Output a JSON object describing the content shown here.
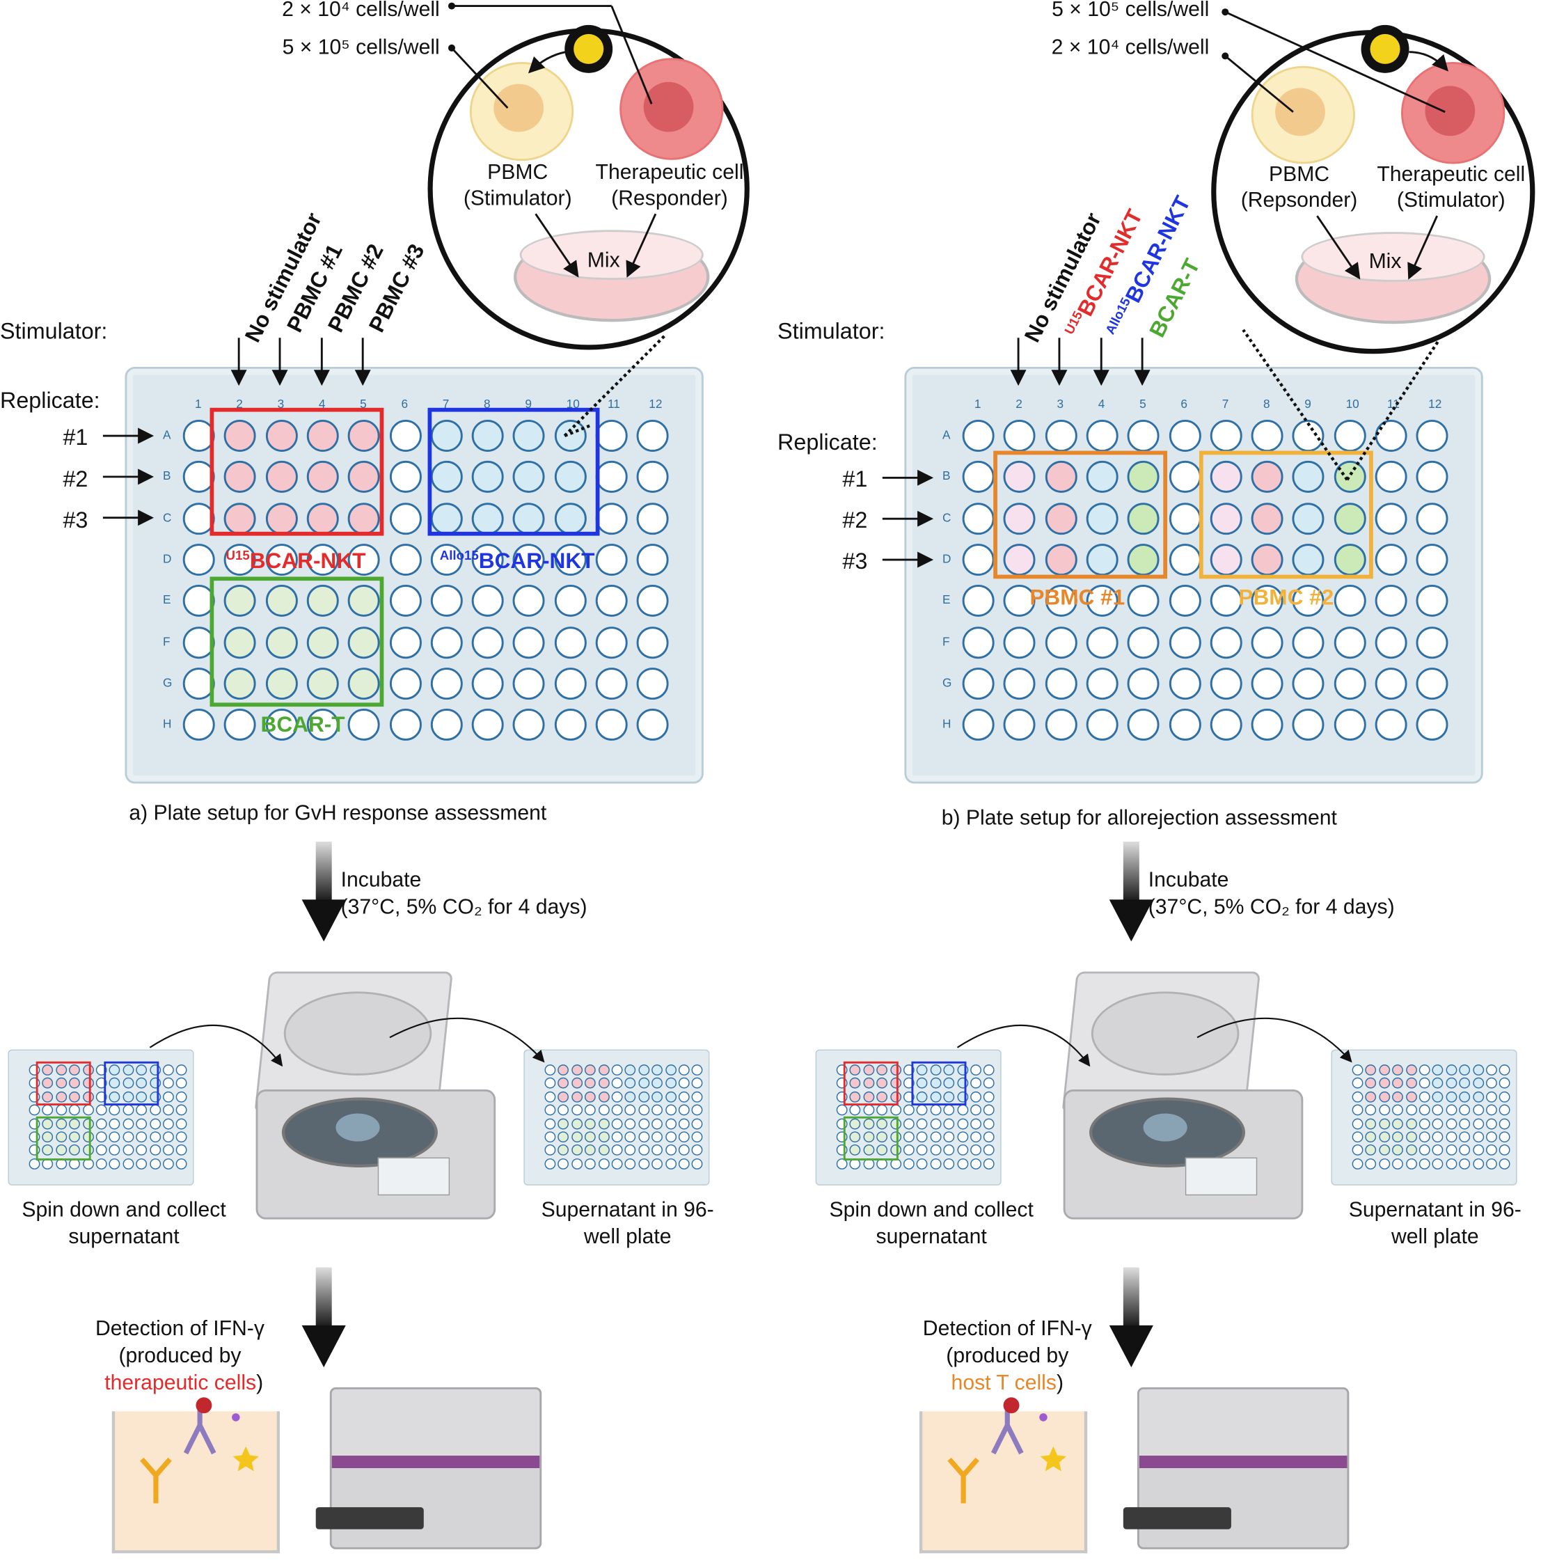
{
  "colors": {
    "red": "#e32b2b",
    "blue": "#1f35e0",
    "green": "#4da831",
    "orange": "#e8872a",
    "lightorange": "#f2b23a",
    "hostorange": "#e8872a"
  },
  "panel_a": {
    "top_label_1": "2 × 10⁴ cells/well",
    "top_label_2": "5 × 10⁵ cells/well",
    "cell_left_1": "PBMC",
    "cell_left_2": "(Stimulator)",
    "cell_right_1": "Therapeutic cell",
    "cell_right_2": "(Responder)",
    "mix": "Mix",
    "stimulator_label": "Stimulator:",
    "replicate_label": "Replicate:",
    "columns": [
      "No stimulator",
      "PBMC #1",
      "PBMC #2",
      "PBMC #3"
    ],
    "replicates": [
      "#1",
      "#2",
      "#3"
    ],
    "group_1_prefix": "U15",
    "group_1": "BCAR-NKT",
    "group_2_prefix": "Allo15",
    "group_2": "BCAR-NKT",
    "group_3": "BCAR-T",
    "caption": "a) Plate setup for GvH response assessment",
    "incubate_1": "Incubate",
    "incubate_2": "(37°C, 5% CO₂ for 4 days)",
    "spin_1": "Spin down and collect",
    "spin_2": "supernatant",
    "super_1": "Supernatant in 96-",
    "super_2": "well plate",
    "detect_1": "Detection of IFN-γ",
    "detect_2": "(produced by",
    "detect_3": "therapeutic cells",
    "detect_close": ")"
  },
  "panel_b": {
    "top_label_1": "5 × 10⁵ cells/well",
    "top_label_2": "2 × 10⁴ cells/well",
    "cell_left_1": "PBMC",
    "cell_left_2": "(Repsonder)",
    "cell_right_1": "Therapeutic cell",
    "cell_right_2": "(Stimulator)",
    "mix": "Mix",
    "stimulator_label": "Stimulator:",
    "replicate_label": "Replicate:",
    "col_1": "No stimulator",
    "col_2_prefix": "U15",
    "col_2": "BCAR-NKT",
    "col_3_prefix": "Allo15",
    "col_3": "BCAR-NKT",
    "col_4": "BCAR-T",
    "replicates": [
      "#1",
      "#2",
      "#3"
    ],
    "group_1": "PBMC #1",
    "group_2": "PBMC #2",
    "caption": "b) Plate setup for allorejection assessment",
    "incubate_1": "Incubate",
    "incubate_2": "(37°C, 5% CO₂ for 4 days)",
    "spin_1": "Spin down and collect",
    "spin_2": "supernatant",
    "super_1": "Supernatant in 96-",
    "super_2": "well plate",
    "detect_1": "Detection of IFN-γ",
    "detect_2": "(produced by",
    "detect_3": "host T cells",
    "detect_close": ")"
  },
  "plate": {
    "rows": [
      "A",
      "B",
      "C",
      "D",
      "E",
      "F",
      "G",
      "H"
    ],
    "cols": [
      "1",
      "2",
      "3",
      "4",
      "5",
      "6",
      "7",
      "8",
      "9",
      "10",
      "11",
      "12"
    ]
  }
}
